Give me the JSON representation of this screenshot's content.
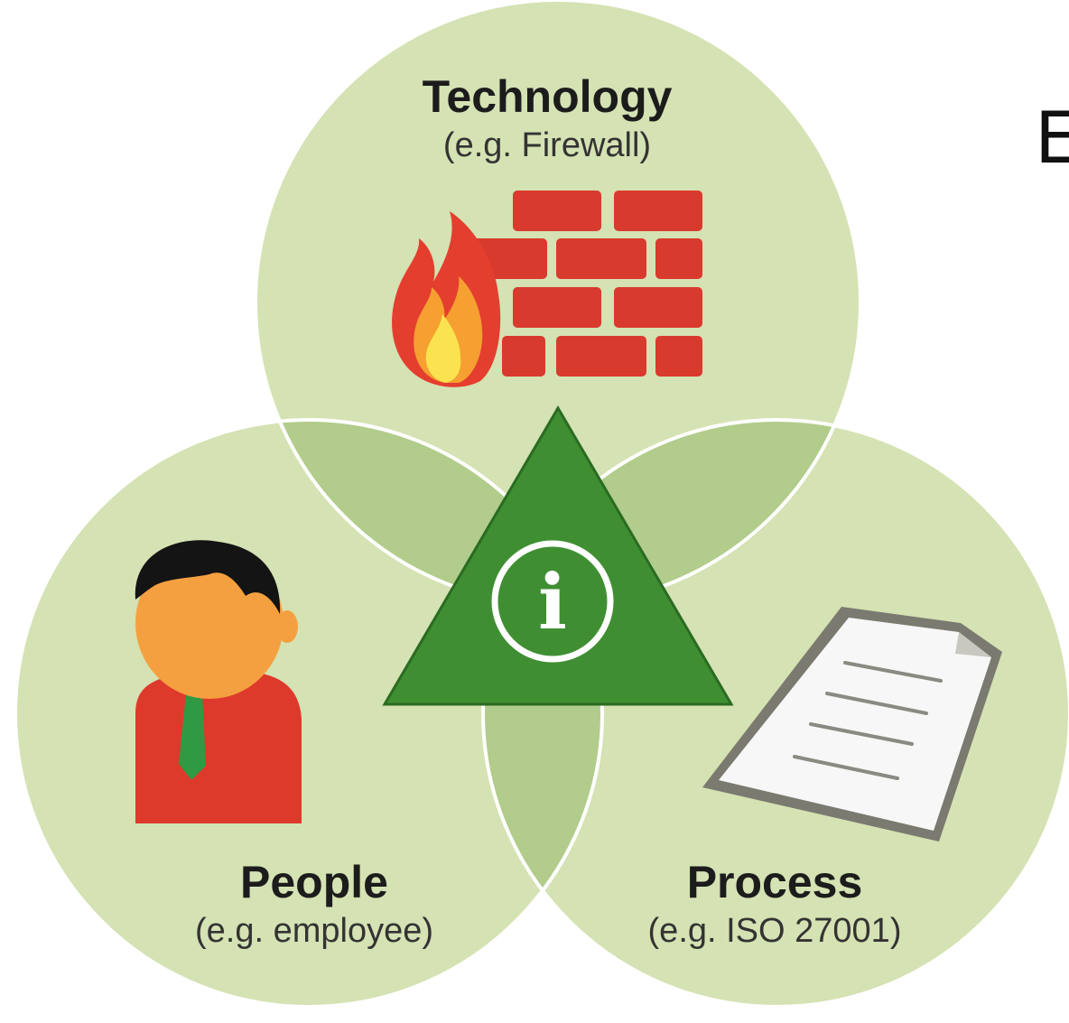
{
  "technology": {
    "title": "Technology",
    "example": "(e.g. Firewall)",
    "icon": "firewall-icon"
  },
  "people": {
    "title": "People",
    "example": "(e.g. employee)",
    "icon": "employee-icon"
  },
  "process": {
    "title": "Process",
    "example": "(e.g. ISO 27001)",
    "icon": "document-icon"
  },
  "center": {
    "glyph": "i",
    "icon": "information-icon"
  },
  "edge_text": "E",
  "colors": {
    "circle_fill": "#d5e2b3",
    "overlap_fill": "#b1cc8b",
    "circle_stroke": "#ffffff",
    "triangle_fill": "#3f8f32",
    "triangle_stroke": "#2a6b22",
    "brick": "#d93a2e",
    "flame_outer": "#e43e2f",
    "flame_inner": "#f5a030",
    "flame_core": "#fbe34f",
    "skin": "#f5a040",
    "shirt": "#dd3a2c",
    "tie": "#2f9a43",
    "hair": "#141414",
    "paper": "#f7f7f7",
    "paper_border": "#7a7a70"
  }
}
